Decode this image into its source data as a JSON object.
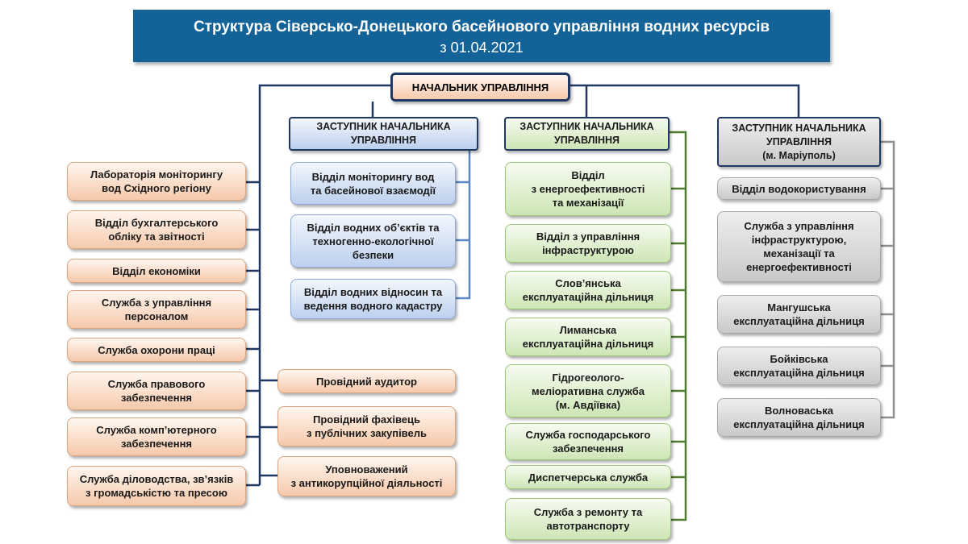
{
  "header": {
    "title": "Структура Сіверсько-Донецького басейнового управління водних ресурсів",
    "date": "з 01.04.2021"
  },
  "chief": "НАЧАЛЬНИК УПРАВЛІННЯ",
  "left_units": [
    "Лабораторія моніторингу\nвод Східного регіону",
    "Відділ бухгалтерського\nобліку та звітності",
    "Відділ економіки",
    "Служба з управління\nперсоналом",
    "Служба охорони праці",
    "Служба правового\nзабезпечення",
    "Служба комп’ютерного\nзабезпечення",
    "Служба діловодства, зв’язків\nз громадськістю та пресою"
  ],
  "middle_units": [
    "Провідний аудитор",
    "Провідний фахівець\nз публічних закупівель",
    "Уповноважений\nз антикорупційної діяльності"
  ],
  "deputy1": {
    "title": "ЗАСТУПНИК НАЧАЛЬНИКА\nУПРАВЛІННЯ",
    "units": [
      "Відділ моніторингу вод\nта басейнової взаємодії",
      "Відділ водних об’єктів та\nтехногенно-екологічної\nбезпеки",
      "Відділ водних відносин та\nведення водного кадастру"
    ]
  },
  "deputy2": {
    "title": "ЗАСТУПНИК НАЧАЛЬНИКА\nУПРАВЛІННЯ",
    "units": [
      "Відділ\nз енергоефективності\nта механізації",
      "Відділ з управління\nінфраструктурою",
      "Слов’янська\nексплуатаційна дільниця",
      "Лиманська\nексплуатаційна дільниця",
      "Гідрогеолого-\nмеліоративна служба\n(м. Авдіївка)",
      "Служба господарського\nзабезпечення",
      "Диспетчерська служба",
      "Служба з ремонту та\nавтотранспорту"
    ]
  },
  "deputy3": {
    "title": "ЗАСТУПНИК НАЧАЛЬНИКА\nУПРАВЛІННЯ\n(м. Маріуполь)",
    "units": [
      "Відділ водокористування",
      "Служба з управління\nінфраструктурою,\nмеханізації та\nенергоефективності",
      "Мангушська\nексплуатаційна дільниця",
      "Бойківська\nексплуатаційна дільниця",
      "Волноваська\nексплуатаційна дільниця"
    ]
  },
  "colors": {
    "banner": "#136398",
    "main_line": "#1f3864",
    "blue_line": "#5b86c6",
    "green_line": "#4e7d2f",
    "grey_line": "#8f8f8f"
  }
}
